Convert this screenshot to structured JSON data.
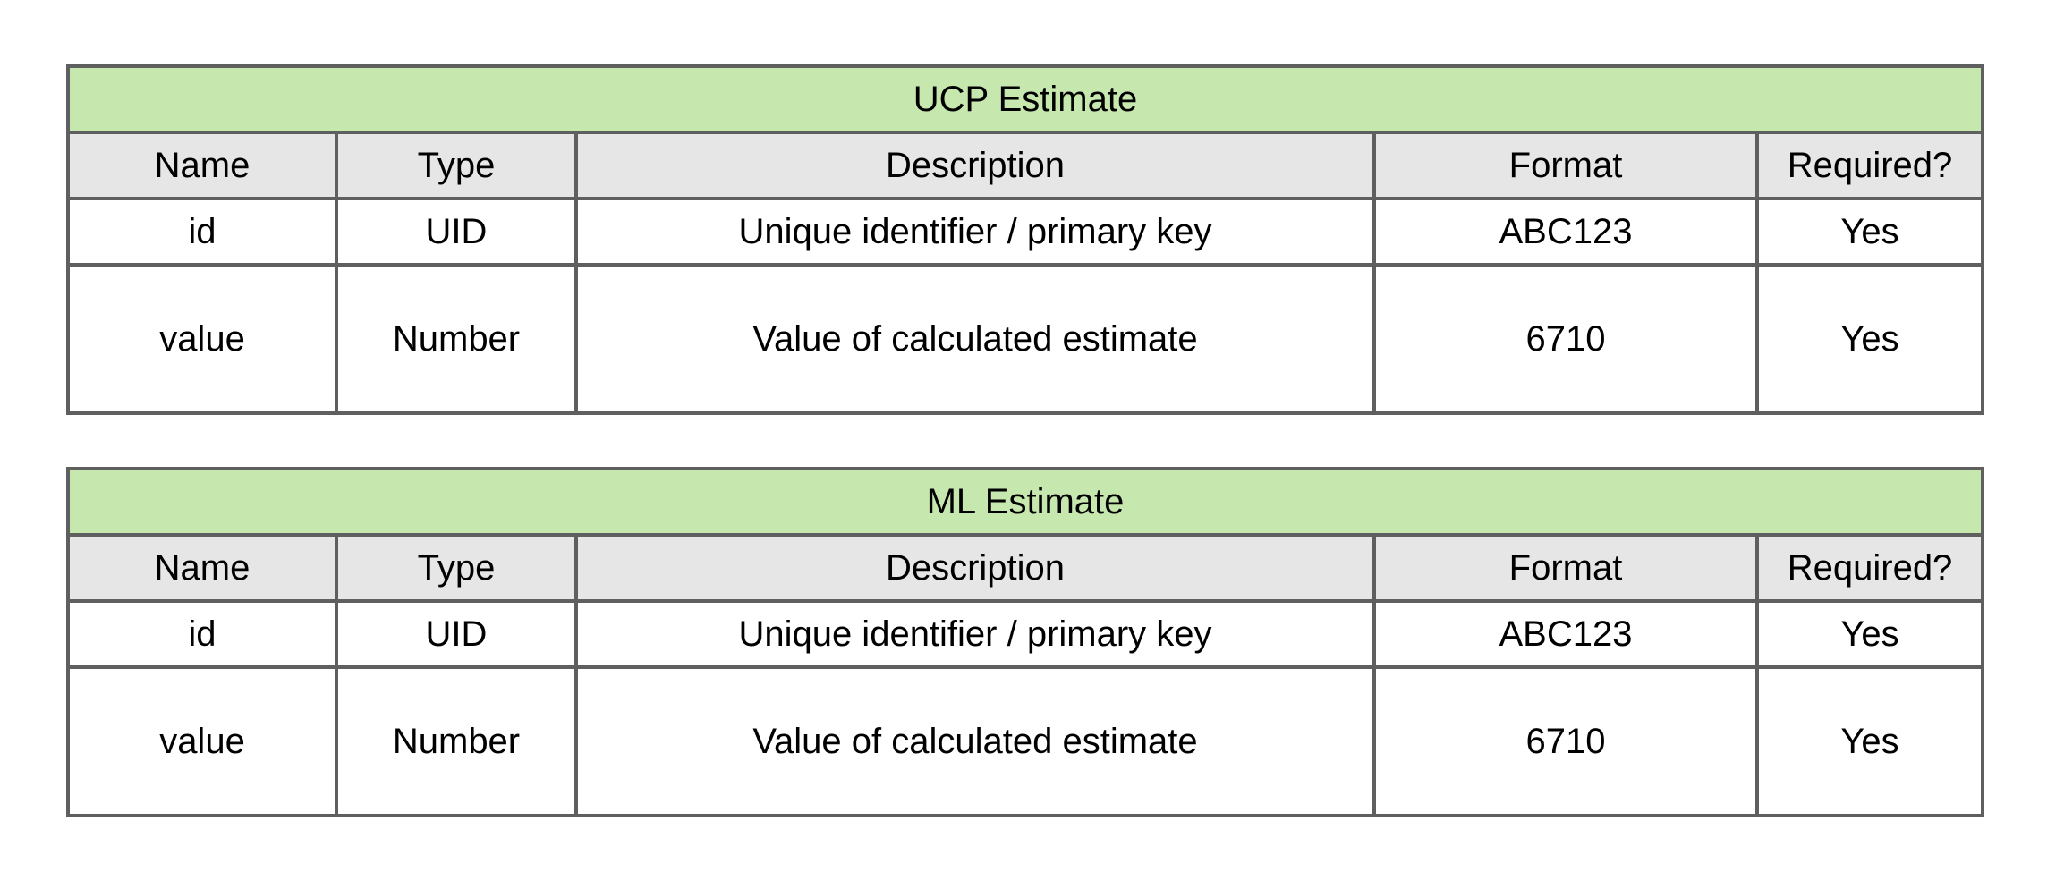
{
  "colors": {
    "title_background": "#c6e7ae",
    "header_background": "#e6e6e6",
    "body_background": "#ffffff",
    "border": "#5f5f5f"
  },
  "tables": [
    {
      "title": "UCP Estimate",
      "columns": [
        "Name",
        "Type",
        "Description",
        "Format",
        "Required?"
      ],
      "rows": [
        [
          "id",
          "UID",
          "Unique identifier / primary key",
          "ABC123",
          "Yes"
        ],
        [
          "value",
          "Number",
          "Value of calculated estimate",
          "6710",
          "Yes"
        ]
      ]
    },
    {
      "title": "ML Estimate",
      "columns": [
        "Name",
        "Type",
        "Description",
        "Format",
        "Required?"
      ],
      "rows": [
        [
          "id",
          "UID",
          "Unique identifier / primary key",
          "ABC123",
          "Yes"
        ],
        [
          "value",
          "Number",
          "Value of calculated estimate",
          "6710",
          "Yes"
        ]
      ]
    }
  ]
}
